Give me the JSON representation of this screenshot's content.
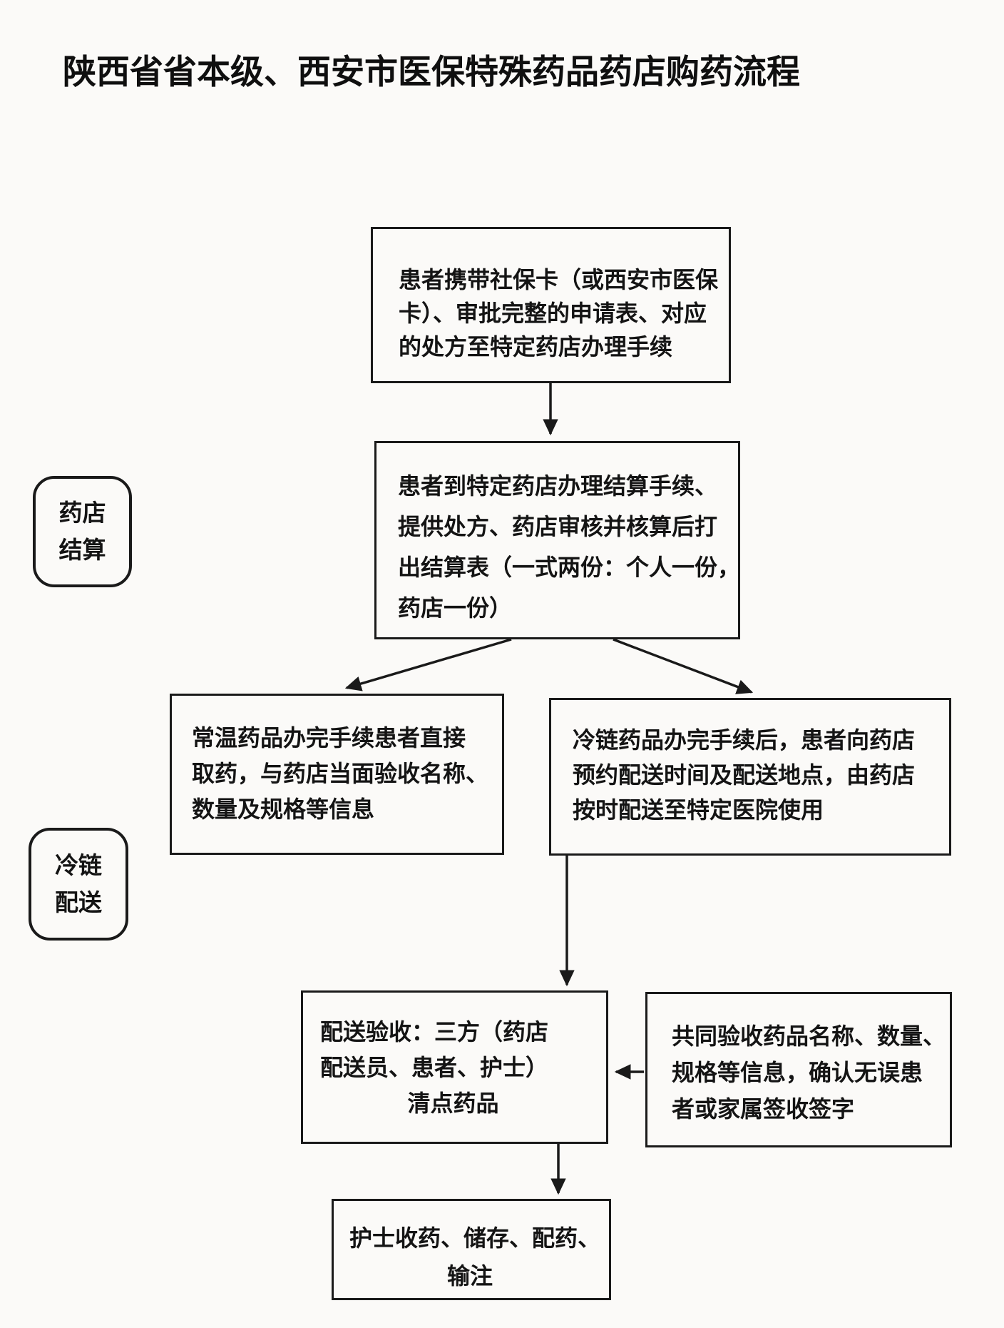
{
  "page": {
    "title": "陕西省省本级、西安市医保特殊药品药店购药流程",
    "background_color": "#fbfaf8",
    "ink_color": "#1a1a1a"
  },
  "stage_labels": {
    "pharmacy_settlement": {
      "lines": [
        "药店",
        "结算"
      ]
    },
    "cold_chain_delivery": {
      "lines": [
        "冷链",
        "配送"
      ]
    }
  },
  "nodes": {
    "bring_documents": {
      "lines": [
        "患者携带社保卡（或西安市医保",
        "卡）、审批完整的申请表、对应",
        "的处方至特定药店办理手续"
      ]
    },
    "settlement": {
      "lines": [
        "患者到特定药店办理结算手续、",
        "提供处方、药店审核并核算后打",
        "出结算表（一式两份：个人一份，",
        "药店一份）"
      ]
    },
    "room_temperature_drugs": {
      "lines": [
        "常温药品办完手续患者直接",
        "取药，与药店当面验收名称、",
        "数量及规格等信息"
      ]
    },
    "cold_chain_drugs": {
      "lines": [
        "冷链药品办完手续后，患者向药店",
        "预约配送时间及配送地点，由药店",
        "按时配送至特定医院使用"
      ]
    },
    "delivery_acceptance": {
      "lines": [
        "配送验收：三方（药店",
        "配送员、患者、护士）",
        "清点药品"
      ]
    },
    "joint_check": {
      "lines": [
        "共同验收药品名称、数量、",
        "规格等信息，确认无误患",
        "者或家属签收签字"
      ]
    },
    "nurse_handling": {
      "lines": [
        "护士收药、储存、配药、",
        "输注"
      ]
    }
  }
}
